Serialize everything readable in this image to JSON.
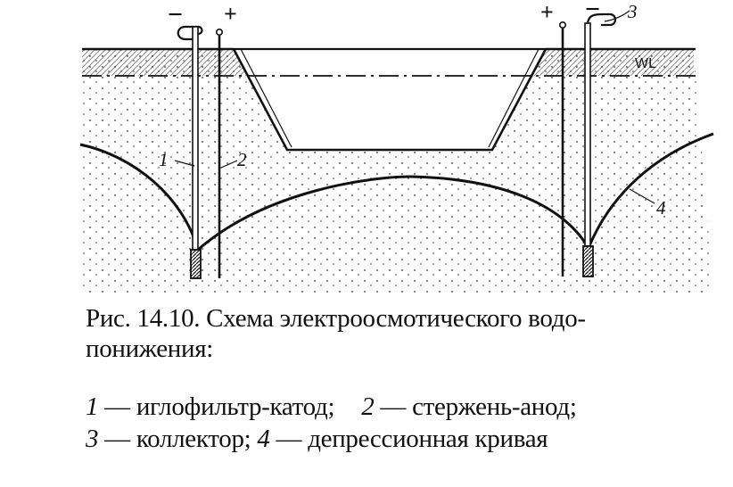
{
  "diagram": {
    "labels": {
      "minus_left": "−",
      "plus_left": "+",
      "plus_right": "+",
      "minus_right": "−",
      "num_1": "1",
      "num_2": "2",
      "num_3": "3",
      "num_4": "4",
      "wl": "WL"
    }
  },
  "caption": {
    "line1": "Рис. 14.10. Схема электроосмотического водо-",
    "line2": "понижения:"
  },
  "legend": [
    {
      "num": "1",
      "dash": " — ",
      "text": "иглофильтр-катод;"
    },
    {
      "num": "2",
      "dash": " — ",
      "text": "стержень-анод;"
    },
    {
      "num": "3",
      "dash": " — ",
      "text": "коллектор;"
    },
    {
      "num": "4",
      "dash": " — ",
      "text": "депрессионная кривая"
    }
  ],
  "colors": {
    "ink": "#111111",
    "paper": "#ffffff"
  }
}
